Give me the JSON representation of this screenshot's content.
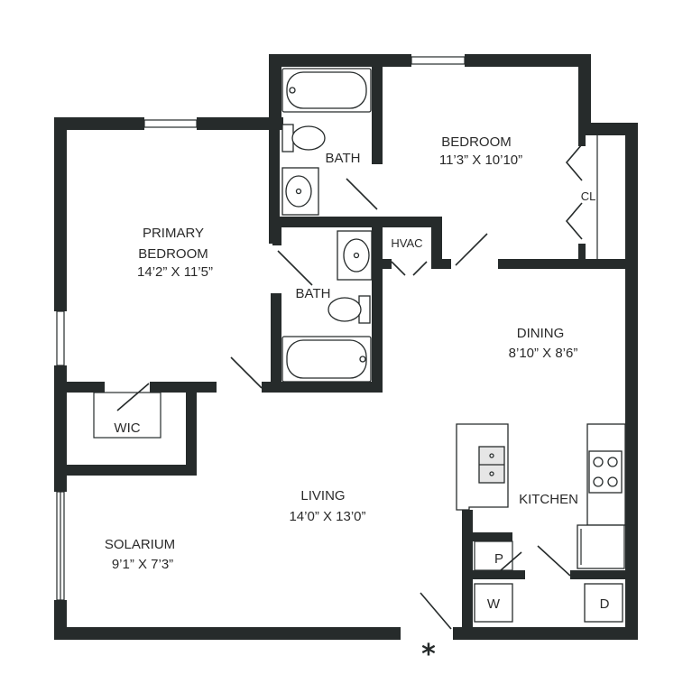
{
  "rooms": {
    "bedroom": {
      "name": "BEDROOM",
      "size": "11’3” X 10’10”"
    },
    "primary_bedroom": {
      "name_line1": "PRIMARY",
      "name_line2": "BEDROOM",
      "size": "14’2” X 11’5”"
    },
    "bath_upper": {
      "name": "BATH"
    },
    "bath_lower": {
      "name": "BATH"
    },
    "hvac": {
      "name": "HVAC"
    },
    "closet": {
      "name": "CL"
    },
    "dining": {
      "name": "DINING",
      "size": "8’10” X 8’6”"
    },
    "wic": {
      "name": "WIC"
    },
    "living": {
      "name": "LIVING",
      "size": "14’0” X 13’0”"
    },
    "solarium": {
      "name": "SOLARIUM",
      "size": "9’1” X 7’3”"
    },
    "kitchen": {
      "name": "KITCHEN"
    },
    "pantry": {
      "name": "P"
    },
    "washer": {
      "name": "W"
    },
    "dryer": {
      "name": "D"
    }
  },
  "entry_marker": "*",
  "colors": {
    "wall": "#262b2b",
    "background": "#ffffff",
    "text": "#2a2a2a"
  }
}
